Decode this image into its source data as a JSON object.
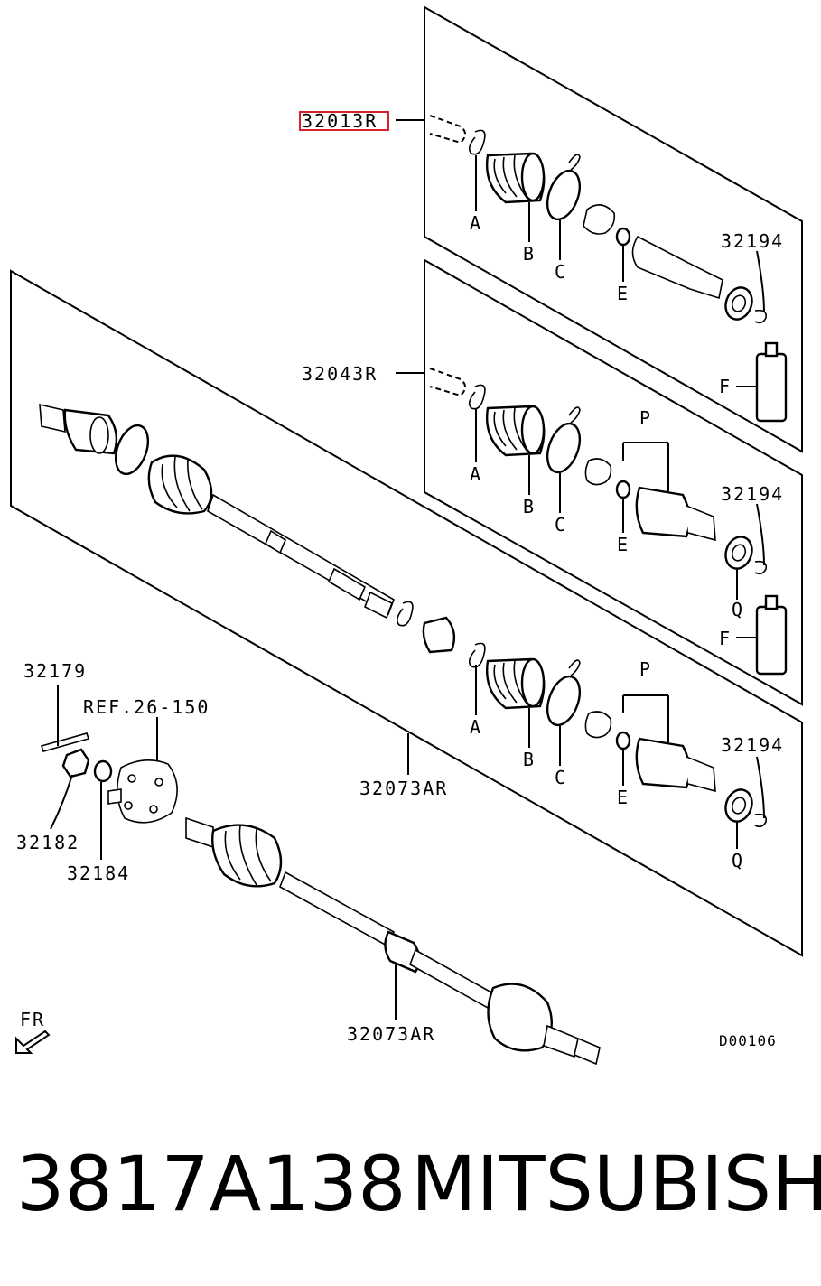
{
  "callouts": {
    "part_32013r": "32013R",
    "part_32043r": "32043R",
    "part_32073ar_mid": "32073AR",
    "part_32073ar_bottom": "32073AR",
    "part_32194_a": "32194",
    "part_32194_b": "32194",
    "part_32194_c": "32194",
    "part_32179": "32179",
    "part_32182": "32182",
    "part_32184": "32184",
    "ref_26_150": "REF.26-150",
    "diagram_code": "D00106",
    "direction_fr": "FR"
  },
  "letters": {
    "a1": "A",
    "b1": "B",
    "c1": "C",
    "e1": "E",
    "f1": "F",
    "a2": "A",
    "b2": "B",
    "c2": "C",
    "e2": "E",
    "f2": "F",
    "p2": "P",
    "q2": "Q",
    "a3": "A",
    "b3": "B",
    "c3": "C",
    "e3": "E",
    "p3": "P",
    "q3": "Q"
  },
  "highlight": {
    "color": "#d9202b",
    "part": "32013R"
  },
  "footer": {
    "part_number": "3817A138",
    "brand": "MITSUBISHI"
  }
}
